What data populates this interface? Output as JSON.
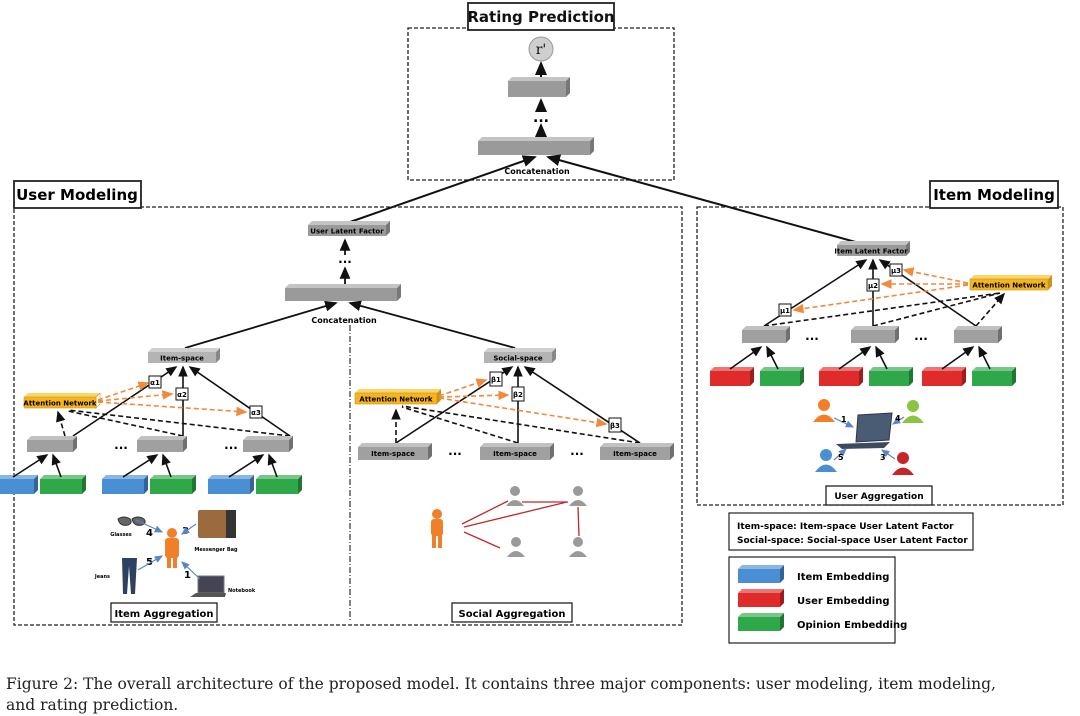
{
  "sections": {
    "rating_prediction": {
      "title": "Rating Prediction",
      "output": "r'",
      "concat_label": "Concatenation",
      "ellipsis": "..."
    },
    "user_modeling": {
      "title": "User Modeling",
      "latent_factor": "User Latent Factor",
      "concat_label": "Concatenation",
      "ellipsis": "...",
      "item_aggregation": {
        "title": "Item Aggregation",
        "space_label": "Item-space",
        "attention_label": "Attention Network",
        "weights": [
          "α1",
          "α2",
          "α3"
        ],
        "items": [
          {
            "name": "Glasses",
            "rank": "4"
          },
          {
            "name": "Messenger Bag",
            "rank": "3"
          },
          {
            "name": "Jeans",
            "rank": "5"
          },
          {
            "name": "Notebook",
            "rank": "1"
          }
        ]
      },
      "social_aggregation": {
        "title": "Social  Aggregation",
        "space_label": "Social-space",
        "attention_label": "Attention Network",
        "weights": [
          "β1",
          "β2",
          "β3"
        ],
        "neighbor_label": "Item-space"
      }
    },
    "item_modeling": {
      "title": "Item Modeling",
      "latent_factor": "Item Latent Factor",
      "attention_label": "Attention Network",
      "weights": [
        "μ1",
        "μ2",
        "μ3"
      ],
      "ellipsis": "...",
      "user_aggregation": {
        "title": "User Aggregation",
        "ranks": [
          "1",
          "4",
          "5",
          "3"
        ]
      }
    }
  },
  "definitions": [
    "Item-space:  Item-space User Latent Factor",
    "Social-space: Social-space User Latent Factor"
  ],
  "legend": [
    {
      "label": "Item Embedding",
      "color": "#4a8fd4"
    },
    {
      "label": "User Embedding",
      "color": "#e02b2b"
    },
    {
      "label": "Opinion Embedding",
      "color": "#2fa84a"
    }
  ],
  "colors": {
    "layer_gray": "#9a9a9a",
    "attention_orange": "#f5b51c",
    "attention_arrow": "#f08a3c",
    "user_orange": "#f07f2a",
    "social_edge": "#c0282d"
  },
  "caption": {
    "line1": "Figure 2: The overall architecture of the proposed model. It contains three major components: user modeling, item modeling,",
    "line2": "and rating prediction."
  }
}
